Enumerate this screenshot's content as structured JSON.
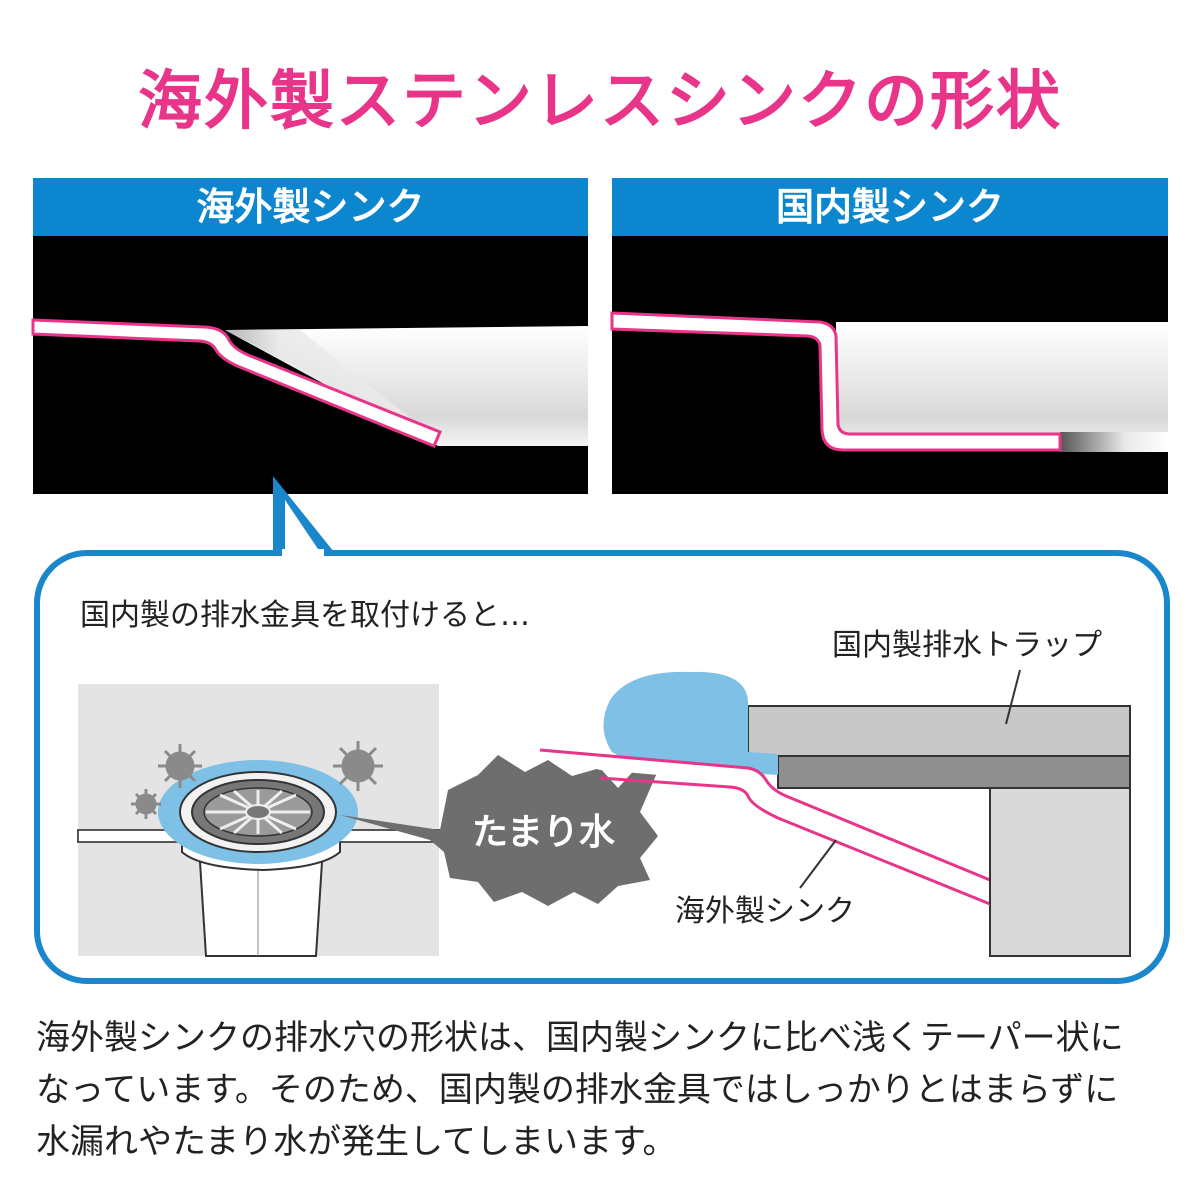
{
  "title": "海外製ステンレスシンクの形状",
  "panels": {
    "left": {
      "header": "海外製シンク"
    },
    "right": {
      "header": "国内製シンク"
    }
  },
  "detail": {
    "intro": "国内製の排水金具を取付けると…",
    "trap_label": "国内製排水トラップ",
    "sink_label": "海外製シンク",
    "bubble_label": "たまり水"
  },
  "description": {
    "line1": "海外製シンクの排水穴の形状は、国内製シンクに比べ浅くテーパー状に",
    "line2": "なっています。そのため、国内製の排水金具ではしっかりとはまらずに",
    "line3": "水漏れやたまり水が発生してしまいます。"
  },
  "colors": {
    "accent_pink": "#e8358a",
    "header_blue": "#0c87cf",
    "water_blue": "#7fc0e6",
    "frame_blue": "#1a86cc"
  },
  "icons": [
    "germ-icon",
    "drain-strainer-icon",
    "speech-bubble-icon"
  ]
}
